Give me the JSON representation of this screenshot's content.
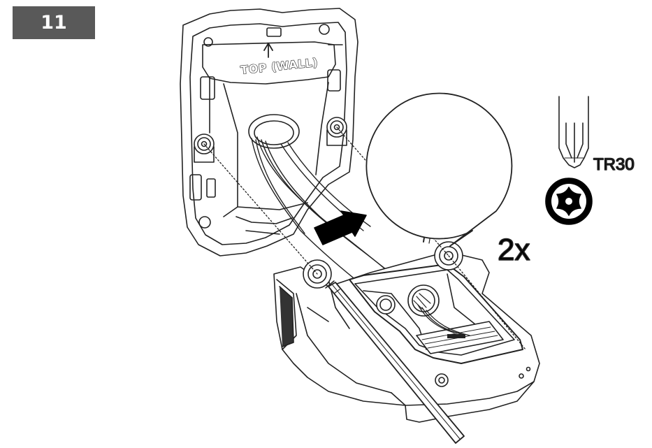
{
  "step": {
    "number": "11"
  },
  "labels": {
    "top_wall": "TOP (WALL)",
    "tool": "TR30",
    "quantity": "2x"
  },
  "icons": {
    "orientation_arrow": "up-arrow-icon",
    "direction_arrow": "assembly-direction-arrow-icon",
    "bit": "torx-bit-icon",
    "torx_socket": "torx-star-icon"
  }
}
